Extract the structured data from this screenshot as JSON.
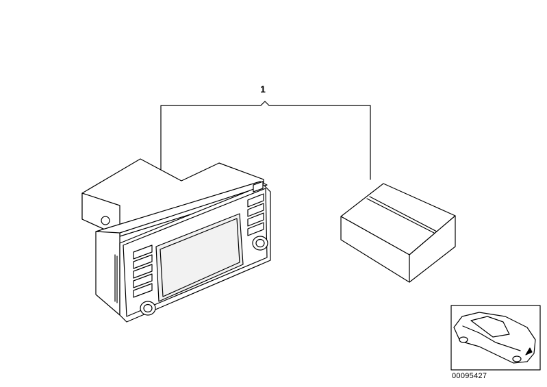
{
  "diagram": {
    "callout_label": "1",
    "document_number": "00095427",
    "parts": [
      {
        "name": "navigation-monitor-unit",
        "callout": "1"
      },
      {
        "name": "accessory-box",
        "callout": "1"
      }
    ],
    "thumbnail": "car-locator-thumbnail",
    "line_color": "#000000",
    "fill_color": "#ffffff",
    "screen_fill": "#f2f2f2"
  }
}
